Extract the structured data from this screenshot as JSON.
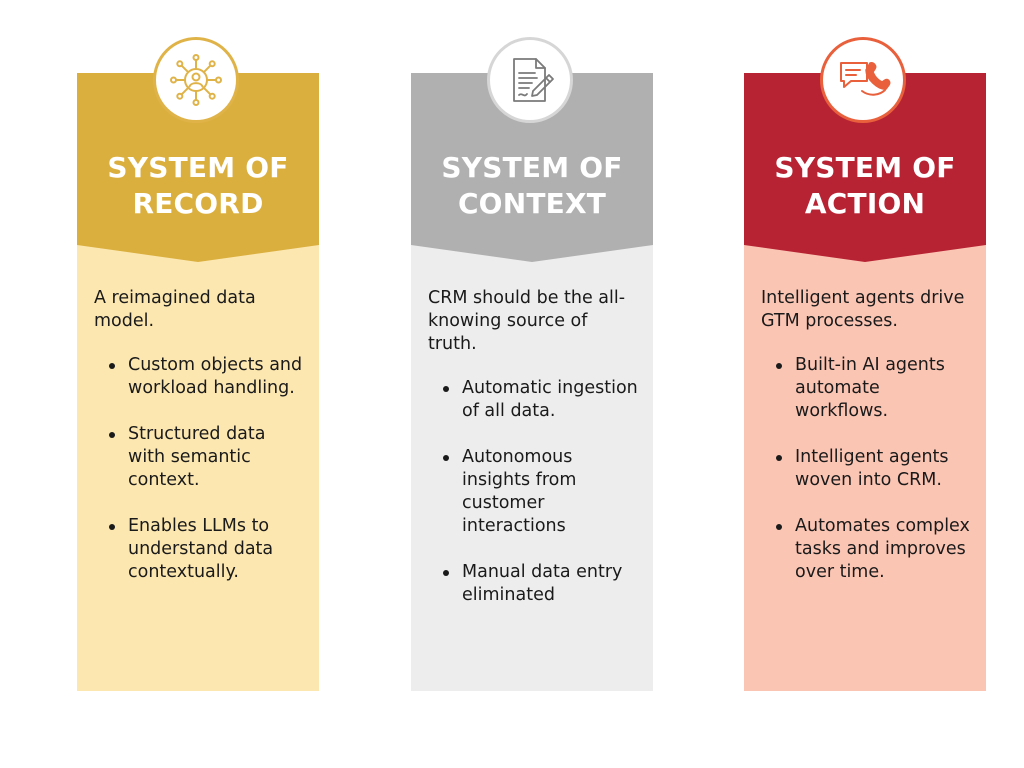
{
  "colors": {
    "record_header": "#DBAF3E",
    "record_body": "#FCE7B0",
    "record_icon": "#E0B349",
    "context_header": "#B0B0B0",
    "context_body": "#EDEDED",
    "context_icon": "#8F8F8F",
    "action_header": "#B82334",
    "action_body": "#FBC5B4",
    "action_icon": "#E8603C"
  },
  "columns": [
    {
      "icon": "network-user-icon",
      "title_line1": "SYSTEM OF",
      "title_line2": "RECORD",
      "intro": "A reimagined data model.",
      "bullets": [
        "Custom objects and workload handling.",
        "Structured data with semantic context.",
        "Enables LLMs to understand data contextually."
      ]
    },
    {
      "icon": "document-pen-icon",
      "title_line1": "SYSTEM OF",
      "title_line2": "CONTEXT",
      "intro": "CRM should be the all-knowing source of truth.",
      "bullets": [
        "Automatic ingestion of all data.",
        "Autonomous insights from customer interactions",
        "Manual data entry eliminated"
      ]
    },
    {
      "icon": "chat-phone-icon",
      "title_line1": "SYSTEM OF",
      "title_line2": "ACTION",
      "intro": "Intelligent agents drive GTM processes.",
      "bullets": [
        "Built-in AI agents automate workflows.",
        "Intelligent agents woven into CRM.",
        "Automates complex tasks and improves over time."
      ]
    }
  ]
}
